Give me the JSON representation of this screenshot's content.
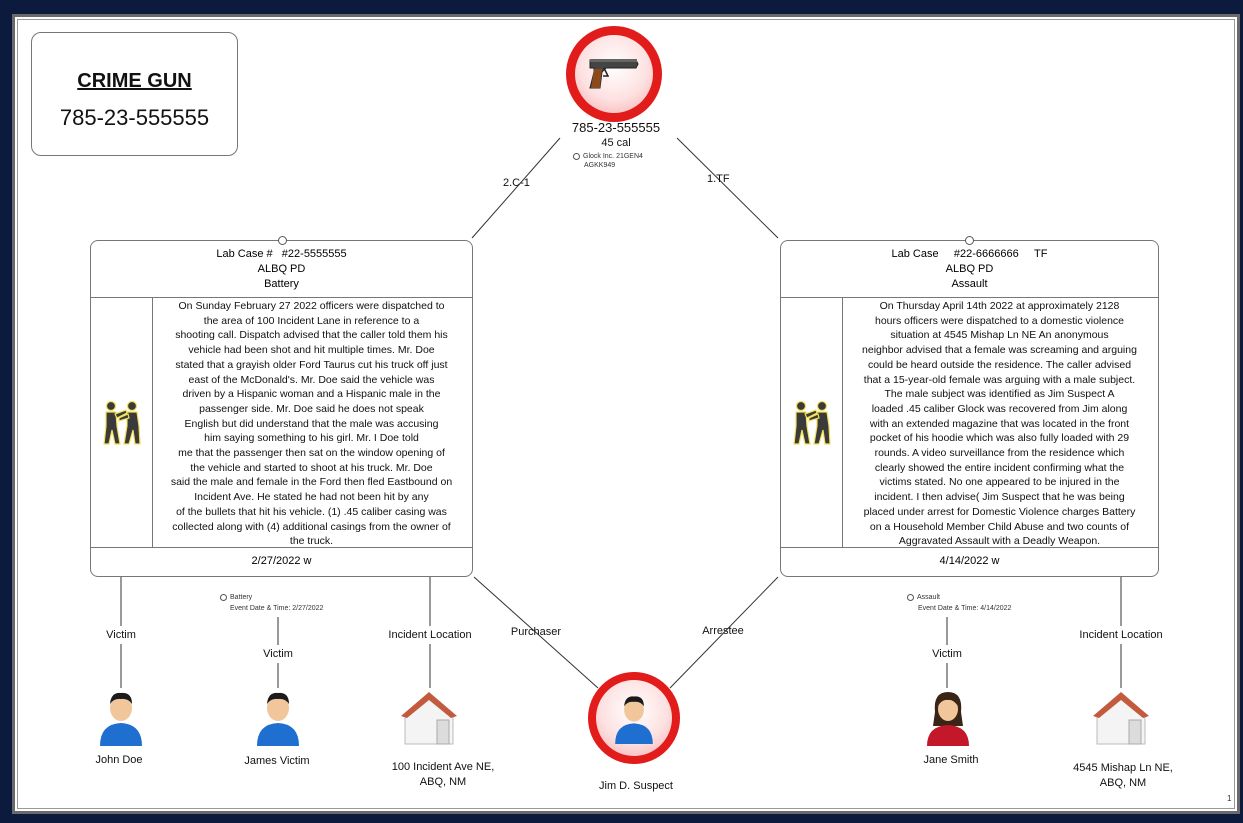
{
  "title_box": {
    "heading": "CRIME GUN",
    "number": "785-23-555555"
  },
  "gun": {
    "icon": "pistol-icon",
    "serial": "785-23-555555",
    "caliber": "45 cal",
    "make_line": "Glock Inc. 21GEN4",
    "code_line": "AGKK949"
  },
  "link_labels": {
    "left_top": "2.C-1",
    "right_top": "1.TF",
    "purchaser": "Purchaser",
    "arrestee": "Arrestee"
  },
  "case_left": {
    "line1_label": "Lab Case #",
    "line1_value": "#22-5555555",
    "agency": "ALBQ PD",
    "offense": "Battery",
    "icon": "fighting-people-icon",
    "narrative": [
      "On Sunday February 27  2022 officers were dispatched to",
      "the area of            100 Incident Lane          in reference to a",
      "shooting call. Dispatch advised that the caller told them his",
      "vehicle had been shot and hit multiple times.  Mr.       Doe",
      "stated that a grayish older Ford Taurus cut his truck off just",
      "east of the McDonald's.  Mr.       Doe     said the vehicle was",
      "driven by a Hispanic woman and a Hispanic male in the",
      "passenger side.  Mr.         Doe       said he does not speak",
      "English  but did understand that the male was accusing",
      "him      saying something to his girl.   Mr. I     Doe      told",
      "me that the passenger then sat on the window opening of",
      "the vehicle and started to shoot at his truck. Mr.      Doe",
      "said the male and female in the Ford then fled Eastbound on",
      "Incident Ave.       He         stated he had not been hit by any",
      "of the bullets that hit his vehicle. (1) .45 caliber casing was",
      "collected along with (4) additional casings from the owner of",
      "the truck."
    ],
    "footer": "2/27/2022 w"
  },
  "case_right": {
    "line1_label": "Lab Case",
    "line1_value": "#22-6666666",
    "line1_suffix": "TF",
    "agency": "ALBQ PD",
    "offense": "Assault",
    "icon": "fighting-people-icon",
    "narrative": [
      "On Thursday   April 14th  2022  at approximately 2128",
      "hours  officers were dispatched to a domestic violence",
      "situation at         4545 Mishap Ln NE        An anonymous",
      "neighbor advised that a female was screaming and arguing",
      "could be heard outside the residence.  The caller advised",
      "that a 15-year-old female was arguing with a male subject.",
      "The male subject was identified as      Jim Suspect    A",
      "loaded .45 caliber Glock  was recovered from     Jim      along",
      "with an extended magazine that was located in the front",
      "pocket of his hoodie which was also fully loaded with 29",
      "rounds.  A video surveillance from the residence which",
      "clearly showed the entire incident  confirming what the",
      "victims stated. No one appeared to be injured in the",
      "incident.  I then advise(    Jim Suspect     that he was being",
      "placed under arrest for Domestic Violence charges  Battery",
      "on a Household Member  Child Abuse  and two counts of",
      "Aggravated Assault with a Deadly Weapon."
    ],
    "footer": "4/14/2022 w"
  },
  "event_left": {
    "title": "Battery",
    "detail": "Event Date & Time: 2/27/2022"
  },
  "event_right": {
    "title": "Assault",
    "detail": "Event Date & Time: 4/14/2022"
  },
  "edges": {
    "victim1": "Victim",
    "victim2": "Victim",
    "location_left": "Incident Location",
    "victim3": "Victim",
    "location_right": "Incident Location"
  },
  "entities": {
    "john": {
      "name": "John Doe",
      "icon": "male-person-icon"
    },
    "james": {
      "name": "James Victim",
      "icon": "male-person-icon"
    },
    "loc_left": {
      "line1": "100 Incident Ave NE,",
      "line2": "ABQ, NM",
      "icon": "house-icon"
    },
    "suspect": {
      "name": "Jim D. Suspect",
      "icon": "male-person-icon"
    },
    "jane": {
      "name": "Jane Smith",
      "icon": "female-person-icon"
    },
    "loc_right": {
      "line1": "4545 Mishap Ln NE,",
      "line2": "ABQ, NM",
      "icon": "house-icon"
    }
  },
  "page_number": "1",
  "colors": {
    "background": "#0c1a3e",
    "node_ring": "#e21b1b",
    "person_shirt": "#1f6fd1",
    "female_shirt": "#c3182a",
    "roof": "#c45a3d"
  }
}
